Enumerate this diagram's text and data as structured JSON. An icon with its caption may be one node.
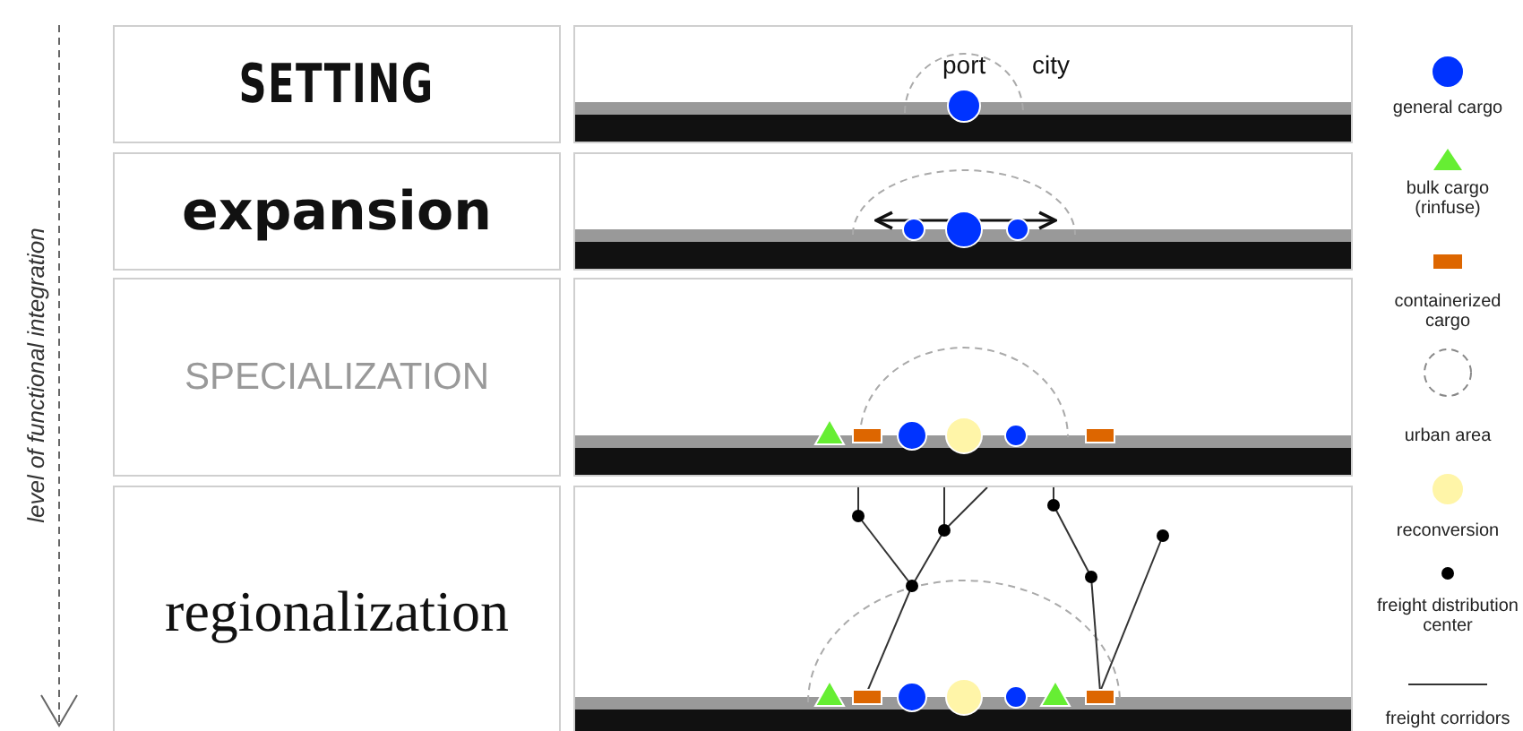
{
  "diagram": {
    "nodes": [
      {
        "text": [
          "SETTING"
        ]
      },
      {
        "text": [
          "expansion"
        ]
      },
      {
        "text": [
          "SPECIALIZATION"
        ]
      },
      {
        "text": [
          "regionalization"
        ]
      }
    ],
    "edges": [],
    "labels": [
      "level of functional integration",
      "port",
      "city"
    ],
    "legend": [
      {
        "text": "general cargo"
      },
      {
        "text": "bulk cargo (rinfuse)"
      },
      {
        "text": "containerized cargo"
      },
      {
        "text": "urban area"
      },
      {
        "text": "reconversion"
      },
      {
        "text": "freight distribution center"
      },
      {
        "text": "freight corridors"
      }
    ]
  }
}
